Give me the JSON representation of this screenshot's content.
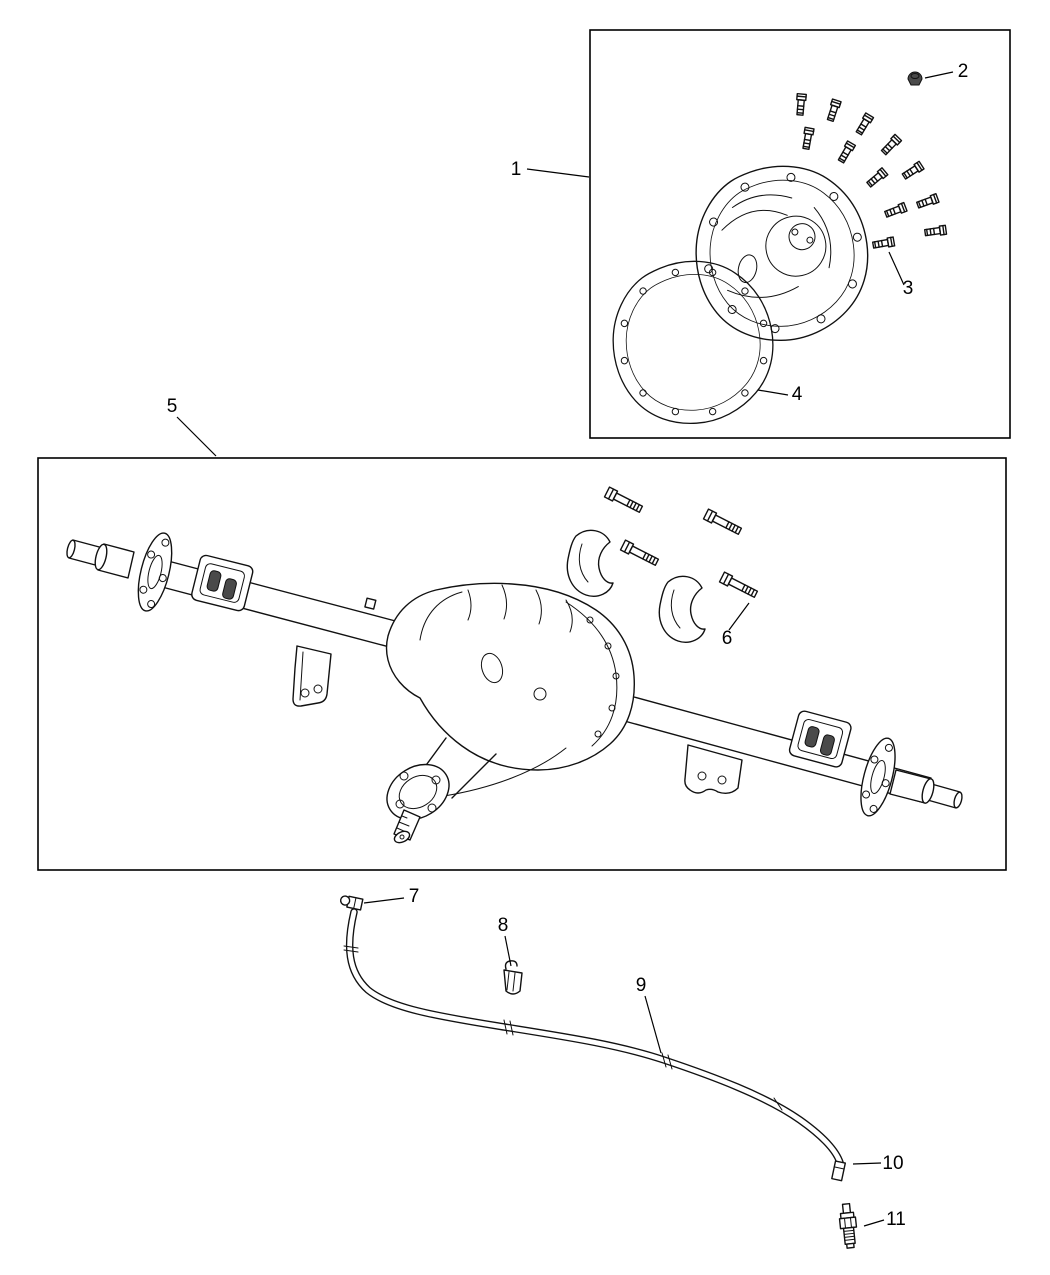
{
  "diagram": {
    "background_color": "#ffffff",
    "line_color": "#111111",
    "callouts": [
      {
        "number": "1"
      },
      {
        "number": "2"
      },
      {
        "number": "3"
      },
      {
        "number": "4"
      },
      {
        "number": "5"
      },
      {
        "number": "6"
      },
      {
        "number": "7"
      },
      {
        "number": "8"
      },
      {
        "number": "9"
      },
      {
        "number": "10"
      },
      {
        "number": "11"
      }
    ]
  }
}
